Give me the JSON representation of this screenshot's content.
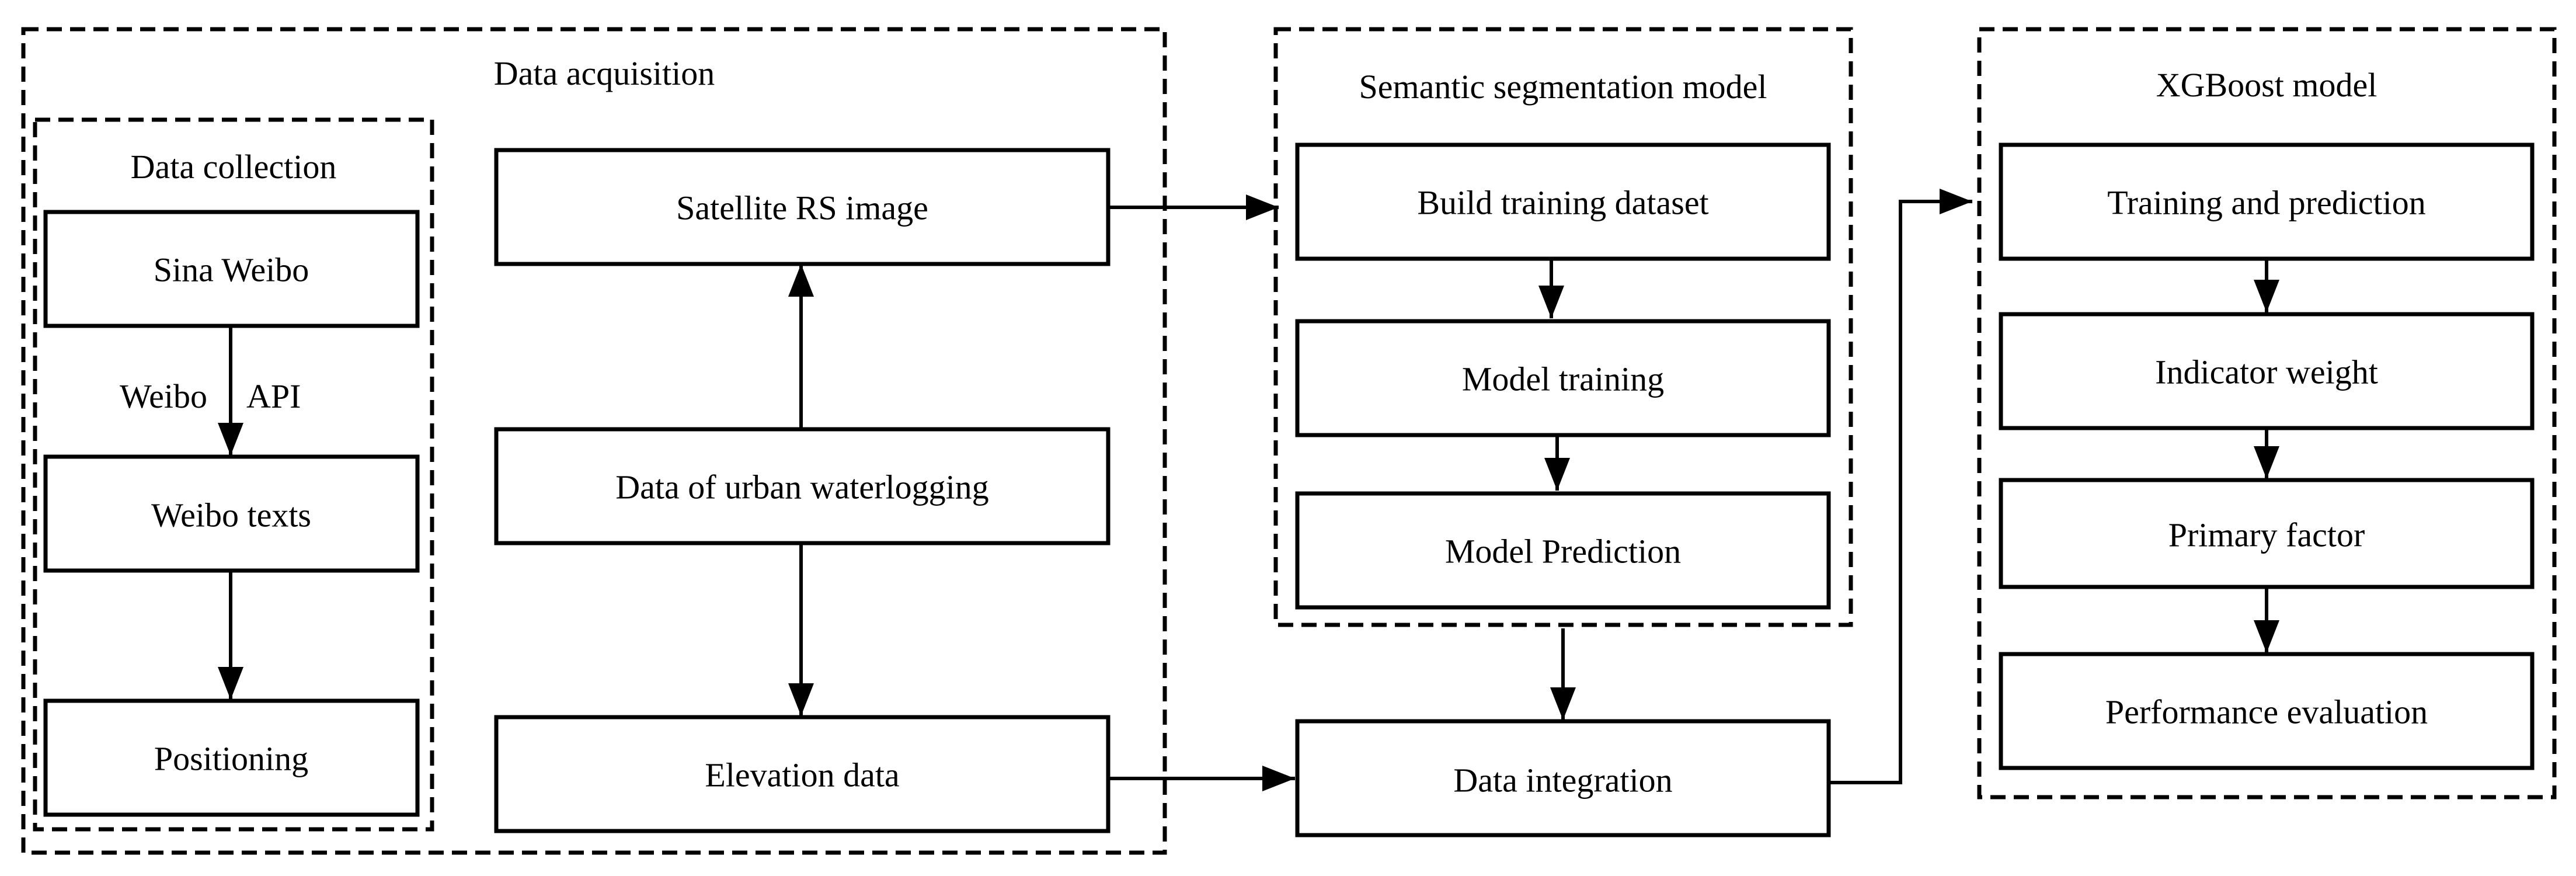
{
  "groups": {
    "data_acquisition": "Data acquisition",
    "data_collection": "Data collection",
    "semantic_segmentation": "Semantic segmentation model",
    "xgboost": "XGBoost model"
  },
  "nodes": {
    "sina_weibo": "Sina Weibo",
    "weibo_texts": "Weibo texts",
    "positioning": "Positioning",
    "satellite_rs_image": "Satellite RS image",
    "urban_waterlogging": "Data of urban waterlogging",
    "elevation_data": "Elevation data",
    "build_training_dataset": "Build training dataset",
    "model_training": "Model training",
    "model_prediction": "Model Prediction",
    "data_integration": "Data integration",
    "training_and_prediction": "Training and prediction",
    "indicator_weight": "Indicator weight",
    "primary_factor": "Primary factor",
    "performance_evaluation": "Performance evaluation"
  },
  "edge_labels": {
    "weibo_left": "Weibo",
    "weibo_right": "API"
  }
}
